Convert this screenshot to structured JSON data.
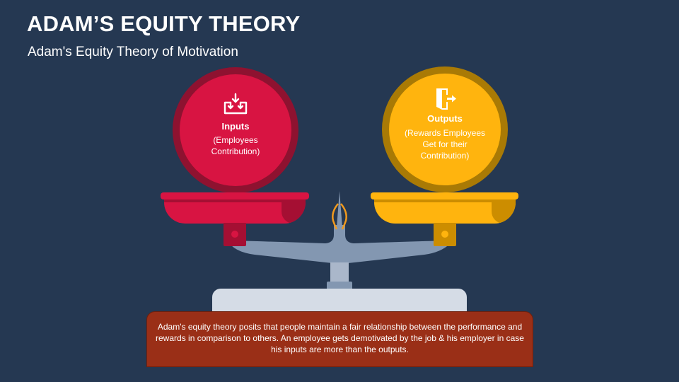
{
  "slide": {
    "title": "ADAM’S EQUITY THEORY",
    "subtitle": "Adam's Equity Theory of Motivation"
  },
  "inputs": {
    "icon": "inbox-arrows-icon",
    "heading": "Inputs",
    "description_lines": [
      "(Employees",
      "Contribution)"
    ],
    "colors": {
      "ring": "#8e1230",
      "fill": "#d81442",
      "pan": "#d81442",
      "pan_shade": "#a50f33"
    }
  },
  "outputs": {
    "icon": "door-exit-icon",
    "heading": "Outputs",
    "description_lines": [
      "(Rewards Employees",
      "Get for their",
      "Contribution)"
    ],
    "colors": {
      "ring": "#a97a05",
      "fill": "#ffb40e",
      "pan": "#ffb40e",
      "pan_shade": "#cc8d00"
    }
  },
  "scale": {
    "beam_color": "#8397b1",
    "pillar_color": "#aab7ca",
    "base_color": "#d5dce6",
    "pivot_color": "#f29a1d"
  },
  "description": {
    "text": "Adam's equity theory posits that people maintain a fair relationship between the performance and rewards in comparison to others. An employee gets demotivated by the job & his employer in case his inputs are more than the outputs.",
    "background": "#9a2f17"
  }
}
